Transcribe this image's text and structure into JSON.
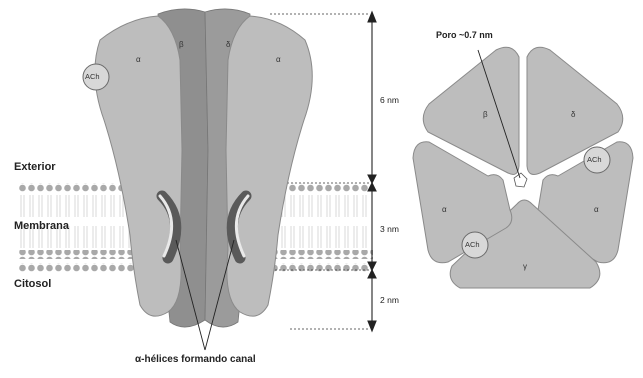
{
  "labels": {
    "exterior": "Exterior",
    "membrana": "Membrana",
    "citosol": "Citosol",
    "dim_top": "6 nm",
    "dim_mid": "3 nm",
    "dim_bot": "2 nm",
    "pore": "Poro ~0.7 nm",
    "caption": "α-hélices formando canal"
  },
  "side_view": {
    "sub_alpha_left": "α",
    "sub_beta": "β",
    "sub_delta": "δ",
    "sub_alpha_right": "α",
    "ach": "ACh"
  },
  "top_view": {
    "beta": "β",
    "delta": "δ",
    "alpha_left": "α",
    "alpha_right": "α",
    "gamma": "γ",
    "ach_upper": "ACh",
    "ach_lower": "ACh"
  },
  "colors": {
    "outer_subunit": "#bdbdbd",
    "inner_subunit": "#8f8f8f",
    "membrane_bead": "#a9a9a9",
    "helix_dark": "#5a5a5a",
    "helix_light": "#e9e9e9"
  }
}
